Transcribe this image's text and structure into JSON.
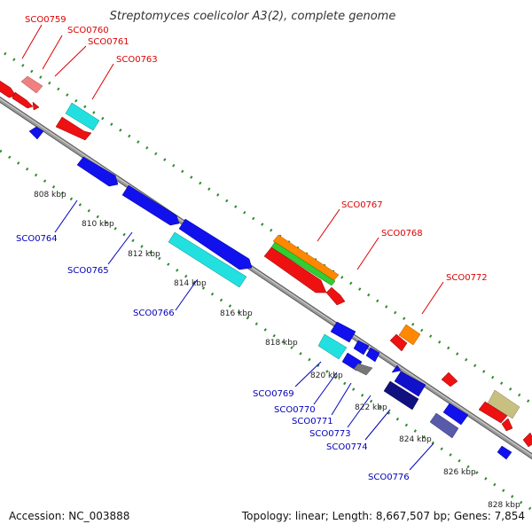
{
  "title": "Streptomyces coelicolor A3(2), complete genome",
  "footer": {
    "accession": "Accession: NC_003888",
    "summary": "Topology: linear; Length: 8,667,507 bp; Genes: 7,854"
  },
  "colors": {
    "backbone": "#8c8c8c",
    "backbone_edge": "#5a5a5a",
    "track_dots": "#2e8b2e",
    "label_top": "#dd0000",
    "label_bottom": "#0000bb"
  },
  "ticks": [
    "808 kbp",
    "810 kbp",
    "812 kbp",
    "814 kbp",
    "816 kbp",
    "818 kbp",
    "820 kbp",
    "822 kbp",
    "824 kbp",
    "826 kbp",
    "828 kbp"
  ],
  "top_labels": [
    "SCO0759",
    "SCO0760",
    "SCO0761",
    "SCO0763",
    "SCO0767",
    "SCO0768",
    "SCO0772"
  ],
  "bottom_labels": [
    "SCO0764",
    "SCO0765",
    "SCO0766",
    "SCO0769",
    "SCO0770",
    "SCO0771",
    "SCO0773",
    "SCO0774",
    "SCO0776"
  ]
}
